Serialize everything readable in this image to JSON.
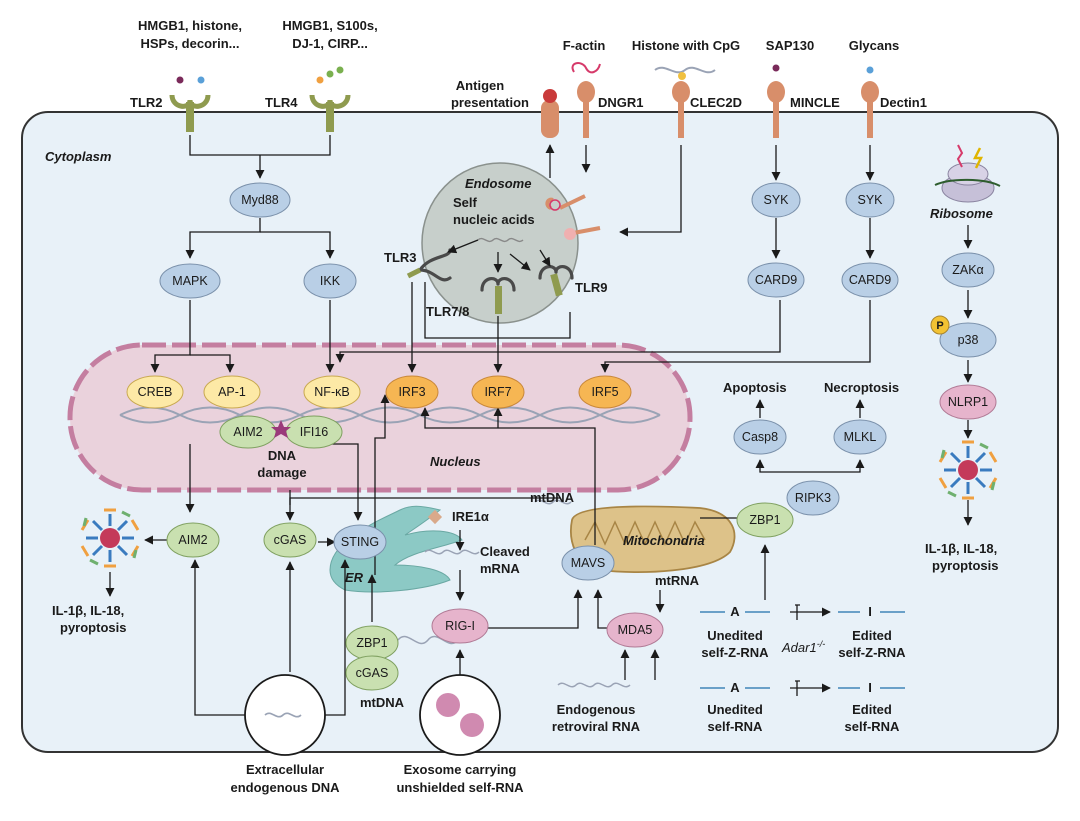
{
  "colors": {
    "cell_fill": "#e8f1f8",
    "nucleus_fill": "#ead2dc",
    "nucleus_border": "#c47ea0",
    "blue_node": "#b9cfe6",
    "pink_node": "#e6b4cc",
    "green_node": "#c9e0b0",
    "orange_node": "#f6b653",
    "yellow_node": "#fde9a6",
    "receptor_green": "#8f9b4f",
    "receptor_orange": "#d88e6a",
    "endosome_fill": "#c7cfcb",
    "er_fill": "#8cc9c5",
    "mito_fill": "#ddc289"
  },
  "region_labels": {
    "cytoplasm": "Cytoplasm",
    "nucleus": "Nucleus",
    "endosome": "Endosome",
    "ribosome": "Ribosome",
    "mitochondria": "Mitochondria",
    "er": "ER"
  },
  "ligands": {
    "tlr2_ligands": [
      "HMGB1, histone,",
      "HSPs, decorin..."
    ],
    "tlr4_ligands": [
      "HMGB1, S100s,",
      "DJ-1, CIRP..."
    ],
    "dngr1_ligand": "F-actin",
    "clec2d_ligand": "Histone with CpG",
    "mincle_ligand": "SAP130",
    "dectin1_ligand": "Glycans",
    "antigen": [
      "Antigen",
      "presentation"
    ]
  },
  "receptors": {
    "tlr2": "TLR2",
    "tlr4": "TLR4",
    "dngr1": "DNGR1",
    "clec2d": "CLEC2D",
    "mincle": "MINCLE",
    "dectin1": "Dectin1",
    "tlr3": "TLR3",
    "tlr78": "TLR7/8",
    "tlr9": "TLR9"
  },
  "endosome_text": [
    "Self",
    "nucleic acids"
  ],
  "nodes": {
    "myd88": "Myd88",
    "mapk": "MAPK",
    "ikk": "IKK",
    "syk1": "SYK",
    "syk2": "SYK",
    "card9a": "CARD9",
    "card9b": "CARD9",
    "zak": "ZAKα",
    "p38": "p38",
    "p_badge": "P",
    "nlrp1": "NLRP1",
    "creb": "CREB",
    "ap1": "AP-1",
    "nfkb": "NF-κB",
    "irf3": "IRF3",
    "irf7": "IRF7",
    "irf5": "IRF5",
    "aim2_nuc": "AIM2",
    "ifi16": "IFI16",
    "aim2": "AIM2",
    "cgas": "cGAS",
    "sting": "STING",
    "rigi": "RIG-I",
    "mavs": "MAVS",
    "mda5": "MDA5",
    "zbp1_mito": "ZBP1",
    "ripk3": "RIPK3",
    "casp8": "Casp8",
    "mlkl": "MLKL",
    "zbp1_low": "ZBP1",
    "cgas_low": "cGAS"
  },
  "labels": {
    "dna_damage": [
      "DNA",
      "damage"
    ],
    "mtdna_top": "mtDNA",
    "mtdna_low": "mtDNA",
    "mtrna": "mtRNA",
    "ire1a": "IRE1α",
    "cleaved_mrna": [
      "Cleaved",
      "mRNA"
    ],
    "apoptosis": "Apoptosis",
    "necroptosis": "Necroptosis",
    "pyro_left": [
      "IL-1β, IL-18,",
      "pyroptosis"
    ],
    "pyro_right": [
      "IL-1β, IL-18,",
      "pyroptosis"
    ],
    "extracellular_dna": [
      "Extracellular",
      "endogenous DNA"
    ],
    "exosome": [
      "Exosome carrying",
      "unshielded self-RNA"
    ],
    "endogenous_rna": [
      "Endogenous",
      "retroviral RNA"
    ],
    "unedited_z": [
      "Unedited",
      "self-Z-RNA"
    ],
    "edited_z": [
      "Edited",
      "self-Z-RNA"
    ],
    "unedited": [
      "Unedited",
      "self-RNA"
    ],
    "edited": [
      "Edited",
      "self-RNA"
    ],
    "adar": "Adar1",
    "adar_sup": "-/-",
    "mark_a1": "A",
    "mark_a2": "A",
    "mark_i1": "I",
    "mark_i2": "I"
  }
}
